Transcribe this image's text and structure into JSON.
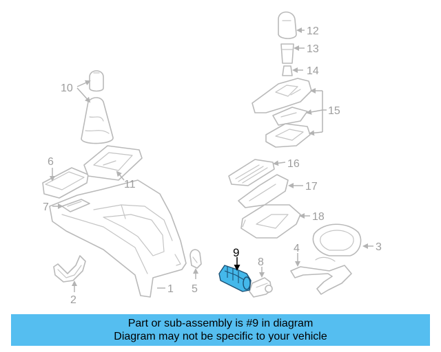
{
  "diagram": {
    "labels": {
      "p1": "1",
      "p2": "2",
      "p3": "3",
      "p4": "4",
      "p5": "5",
      "p6": "6",
      "p7": "7",
      "p8": "8",
      "p9": "9",
      "p10": "10",
      "p11": "11",
      "p12": "12",
      "p13": "13",
      "p14": "14",
      "p15": "15",
      "p16": "16",
      "p17": "17",
      "p18": "18"
    },
    "highlighted_part": "9",
    "highlight_color": "#44b8ea"
  },
  "banner": {
    "line1": "Part or sub-assembly is #9 in diagram",
    "line2": "Diagram may not be specific to your vehicle",
    "background": "#55bef0"
  }
}
